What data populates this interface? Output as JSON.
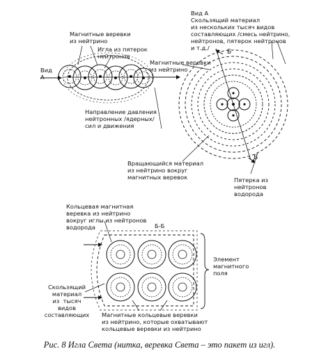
{
  "labels": {
    "magnetic_ropes": "Магнитные веревки\nиз нейтрино",
    "needle_label": "Игла из пятерок\nнейтронов",
    "view_a_arrow": "Вид\nА",
    "magnetic_ropes_right": "Магнитные веревки\nиз нейтрино",
    "pressure_direction": "Направление давления\nнейтронных /ядерных/\nсил и движения",
    "view_a_header": "Вид А\nСкользящий материал\nиз нескольких тысяч видов\nсоставляющих /смесь нейтрино,\nнейтронов, пятерок нейтронов\nи т.д./",
    "section_mark_top": "Б",
    "section_mark_bottom": "Б",
    "rotating_material": "Вращающийся материал\nиз нейтрино вокруг\nмагнитных веревок",
    "neutron_five": "Пятерка из\nнейтронов\nводорода",
    "ring_rope": "Кольцевая магнитная\nверевка из нейтрино\nвокруг иглы из нейтронов\nводорода",
    "section_bb": "Б-Б",
    "field_element": "Элемент\nмагнитного\nполя",
    "sliding_material": "Скользящий\nматериал\nиз  тысяч\nвидов\nсоставляющих",
    "ring_ropes_bottom": "Магнитные кольцевые веревки\nиз нейтрино, которые охватывают\nкольцевые веревки из нейтрино"
  },
  "caption": "Рис. 8 Игла Света (нитка, веревка Света – это пакет из игл)."
}
